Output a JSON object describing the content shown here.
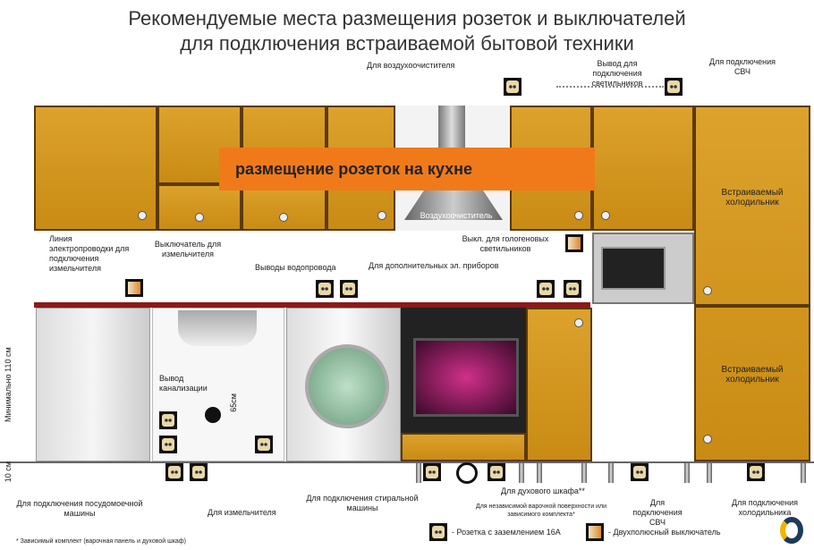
{
  "title": {
    "line1": "Рекомендуемые места размещения розеток и выключателей",
    "line2": "для подключения встраиваемой бытовой техники"
  },
  "banner": "размещение розеток на кухне",
  "labels": {
    "air_purifier": "Для воздухоочистителя",
    "lights_outlet": "Вывод для подключения светильников",
    "microwave_top": "Для подключения СВЧ",
    "hood": "Воздухоочиститель",
    "fridge_upper": "Встраиваемый холодильник",
    "fridge_lower": "Встраиваемый холодильник",
    "wiring_line": "Линия электропроводки для подключения измельчителя",
    "shredder_switch": "Выключатель для измельчителя",
    "water_outlets": "Выводы водопровода",
    "extra_appliances": "Для дополнительных эл. приборов",
    "halogen_switch": "Выкл. для гологеновых светильников",
    "sewer": "Вывод канализации",
    "height_min": "Минимально 110 см",
    "h65": "65см",
    "h10": "10 см",
    "dishwasher": "Для подключения посудомоечной машины",
    "shredder": "Для измельчителя",
    "washer": "Для подключения стиральной машины",
    "oven": "Для духового шкафа**",
    "hob": "Для независимой варочной поверхности или зависимого комплекта*",
    "microwave": "Для подключения СВЧ",
    "fridge": "Для подключения холодильника"
  },
  "legend": {
    "socket": "- Розетка с заземлением 16А",
    "switch": "- Двухполюсный выключатель",
    "footnote": "* Зависимый комплект (варочная панель и духовой шкаф)"
  },
  "colors": {
    "cabinet": "#d89c22",
    "banner": "#f07a1a",
    "counter": "#8b1a1a"
  }
}
